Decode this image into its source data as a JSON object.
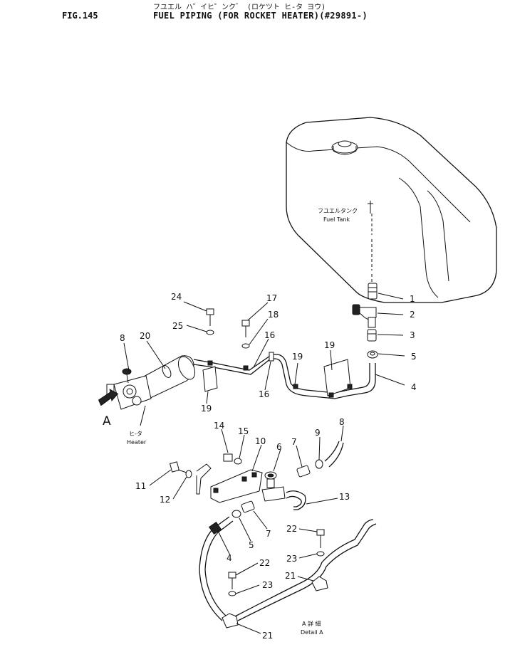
{
  "header": {
    "fig_label": "FIG.145",
    "title_jp": "フユエル ハ゜イヒ゜ンク゛ (ロケツト ヒ-タ ヨウ)",
    "title_en": "FUEL PIPING (FOR ROCKET HEATER)(#29891-)"
  },
  "labels": {
    "fuel_tank_jp": "フユエルタンク",
    "fuel_tank_en": "Fuel Tank",
    "heater_jp": "ヒ-タ",
    "heater_en": "Heater",
    "view_arrow": "A",
    "detail_jp": "A 詳 細",
    "detail_en": "Detail A"
  },
  "callouts": {
    "c1": "1",
    "c2": "2",
    "c3": "3",
    "c4a": "4",
    "c5a": "5",
    "c24": "24",
    "c25": "25",
    "c17": "17",
    "c18": "18",
    "c16a": "16",
    "c16b": "16",
    "c19a": "19",
    "c19b": "19",
    "c19c": "19",
    "c20": "20",
    "c8a": "8",
    "c14": "14",
    "c15": "15",
    "c10": "10",
    "c6": "6",
    "c7a": "7",
    "c9": "9",
    "c8b": "8",
    "c11": "11",
    "c12": "12",
    "c13": "13",
    "c7b": "7",
    "c5b": "5",
    "c4b": "4",
    "c22a": "22",
    "c23a": "23",
    "c21a": "21",
    "c22b": "22",
    "c23b": "23",
    "c21b": "21"
  }
}
